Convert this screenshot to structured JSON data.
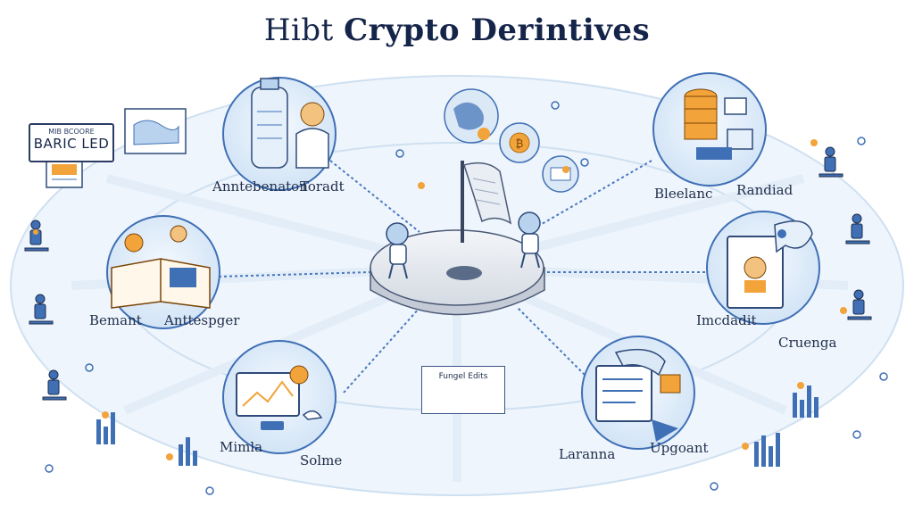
{
  "title": {
    "prefix": "Hibt ",
    "main": "Crypto Derintives"
  },
  "sign": {
    "small_text": "MIB BCOORE",
    "big_text": "BARIC LED"
  },
  "mini_box_caption": "Fungel Edits",
  "labels": {
    "top_left_a": "Anntebenaton",
    "top_left_b": "Toradt",
    "mid_left_a": "Bemant",
    "mid_left_b": "Anttespger",
    "bottom_left_a": "Mimla",
    "bottom_left_b": "Solme",
    "top_right_a": "Bleelanc",
    "top_right_b": "Randiad",
    "mid_right_a": "Imcdadit",
    "mid_right_b": "Cruenga",
    "bottom_right_a": "Laranna",
    "bottom_right_b": "Upgoant"
  },
  "colors": {
    "accent_blue": "#3f6fb5",
    "light_blue": "#d6e6f6",
    "orange": "#f2a33a",
    "ink": "#1f2d4a"
  }
}
